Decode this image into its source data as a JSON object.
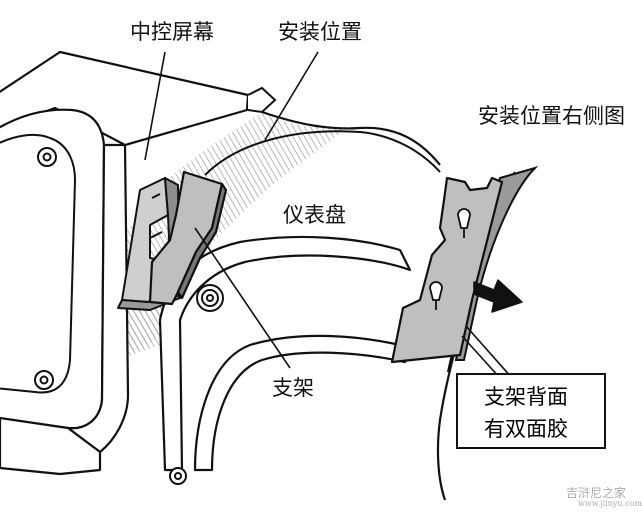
{
  "labels": {
    "screen": "中控屏幕",
    "mount_position": "安装位置",
    "right_view": "安装位置右侧图",
    "dashboard": "仪表盘",
    "bracket": "支架"
  },
  "note": {
    "line1": "支架背面",
    "line2": "有双面胶"
  },
  "watermark": {
    "name": "吉浒尼之家",
    "url": "www.jiinyu.com"
  },
  "colors": {
    "line": "#111111",
    "bracket_fill": "#bfbfbf",
    "bracket_side": "#777777",
    "hatch": "#8a8a8a",
    "arrow": "#111111"
  }
}
